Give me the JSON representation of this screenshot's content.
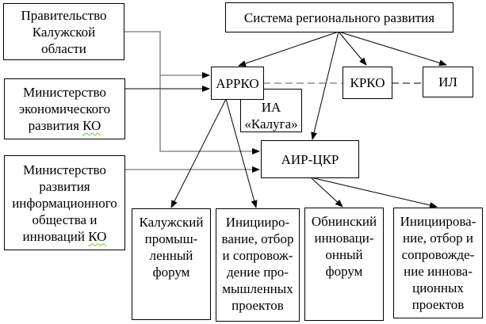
{
  "diagram": {
    "nodes": {
      "gov": {
        "label": "Правительство\nКалужской\nобласти"
      },
      "minecon": {
        "label_main": "Министерство\nэкономического\nразвития ",
        "label_abbr": "КО"
      },
      "mininfo": {
        "label_main": "Министерство\nразвития\nинформационного\nобщества и\nинноваций ",
        "label_abbr": "КО"
      },
      "system": {
        "label": "Система регионального развития"
      },
      "arrko": {
        "label": "АРРКО"
      },
      "ia": {
        "label": "ИА\n«Калуга»"
      },
      "krko": {
        "label": "КРКО"
      },
      "il": {
        "label": "ИЛ"
      },
      "air": {
        "label": "АИР-ЦКР"
      },
      "forum_kaluga": {
        "label": "Калужский\nпромыш-\nленный\nфорум"
      },
      "init_industrial": {
        "label": "Иницииро-\nвание, отбор\nи сопровож-\nдение про-\nмышленных\nпроектов"
      },
      "forum_obninsk": {
        "label": "Обнинский\nинноваци-\nонный\nфорум"
      },
      "init_innovation": {
        "label": "Инициирова-\nние, отбор и\nсопровожде-\nние иннова-\nционных\nпроектов"
      }
    },
    "edges": [
      {
        "from": "gov",
        "to": "arrko",
        "style": "arrow"
      },
      {
        "from": "gov",
        "to": "air",
        "style": "arrow"
      },
      {
        "from": "minecon",
        "to": "arrko",
        "style": "arrow"
      },
      {
        "from": "mininfo",
        "to": "air",
        "style": "arrow"
      },
      {
        "from": "system",
        "to": "arrko",
        "style": "arrow"
      },
      {
        "from": "system",
        "to": "krko",
        "style": "arrow"
      },
      {
        "from": "system",
        "to": "il",
        "style": "arrow"
      },
      {
        "from": "system",
        "to": "air",
        "style": "arrow"
      },
      {
        "from": "arrko",
        "to": "krko",
        "style": "dashed"
      },
      {
        "from": "krko",
        "to": "il",
        "style": "dashed"
      },
      {
        "from": "arrko",
        "to": "forum_kaluga",
        "style": "arrow"
      },
      {
        "from": "arrko",
        "to": "init_industrial",
        "style": "arrow"
      },
      {
        "from": "air",
        "to": "forum_obninsk",
        "style": "arrow"
      },
      {
        "from": "air",
        "to": "init_innovation",
        "style": "arrow"
      }
    ]
  }
}
